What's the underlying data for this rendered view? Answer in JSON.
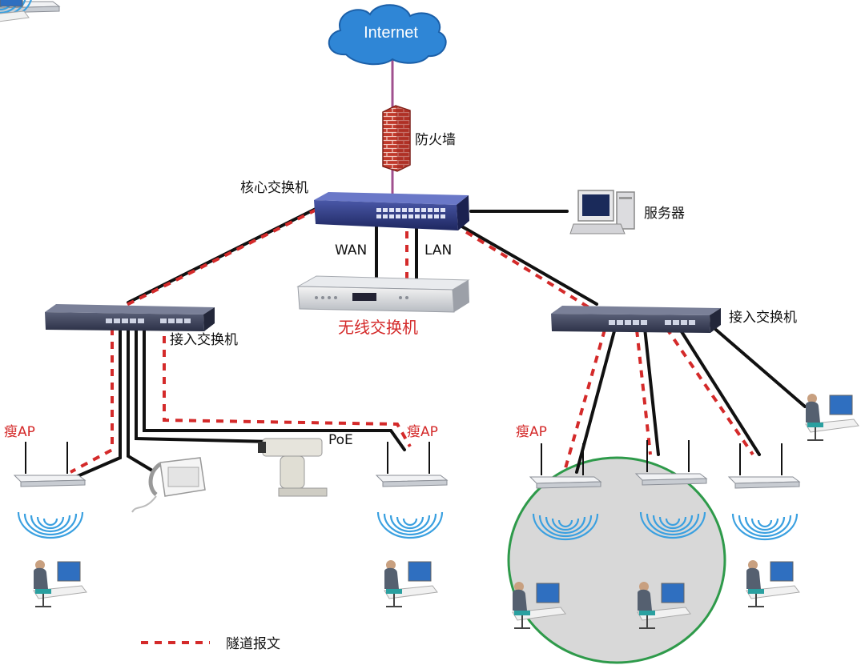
{
  "labels": {
    "internet": "Internet",
    "firewall": "防火墙",
    "core_switch": "核心交换机",
    "server": "服务器",
    "wan": "WAN",
    "lan": "LAN",
    "wireless_switch": "无线交换机",
    "access_switch_left": "接入交换机",
    "access_switch_right": "接入交换机",
    "thin_ap_left": "瘦AP",
    "thin_ap_mid": "瘦AP",
    "thin_ap_right": "瘦AP",
    "poe": "PoE"
  },
  "legend": {
    "tunnel_label": "隧道报文"
  },
  "colors": {
    "cloud": "#2f86d6",
    "tunnel": "#d42a2a",
    "link": "#111111",
    "internet_link": "#a0508f",
    "coverage_circle": "#2e9a4a",
    "coverage_fill": "#d8d8d8",
    "wifi_waves": "#3aa0e0",
    "firewall": "#c0392b",
    "core_switch": "#2d3a7a"
  },
  "icons": [
    "cloud-icon",
    "firewall-icon",
    "switch-icon",
    "server-icon",
    "wireless-controller-icon",
    "access-point-icon",
    "wifi-signal-icon",
    "telephone-icon",
    "ip-camera-icon",
    "user-workstation-icon"
  ]
}
